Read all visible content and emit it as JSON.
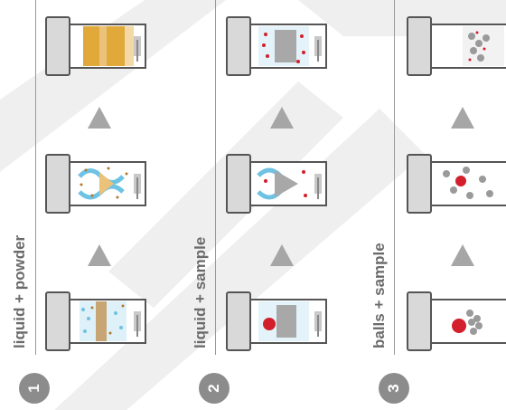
{
  "columns": [
    {
      "number": "1",
      "label": "liquid + powder"
    },
    {
      "number": "2",
      "label": "liquid + sample"
    },
    {
      "number": "3",
      "label": "balls + sample"
    }
  ],
  "colors": {
    "accent_gray": "#8c8c8c",
    "label_gray": "#6b6b6b",
    "powder": "#e0a93a",
    "liquid": "#6ec2e3",
    "sample_red": "#d21f2b",
    "watermark": "#eeeeee"
  }
}
